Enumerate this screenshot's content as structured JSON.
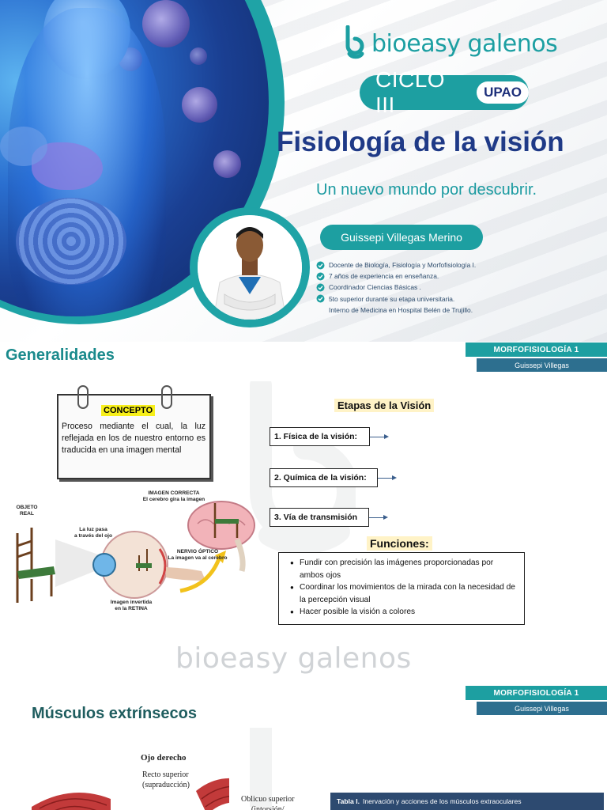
{
  "cover": {
    "brand": "bioeasy galenos",
    "ciclo": "CICLO III",
    "university": "UPAO",
    "title": "Fisiología de la visión",
    "tagline": "Un nuevo mundo por descubrir.",
    "presenter": "Guissepi Villegas Merino",
    "bio": [
      {
        "text": "Docente de Biología, Fisiología y Morfofisiología I.",
        "check": true
      },
      {
        "text": "7 años de experiencia en enseñanza.",
        "check": true
      },
      {
        "text": "Coordinador Ciencias Básicas .",
        "check": true
      },
      {
        "text": "5to superior durante su etapa universitaria.",
        "check": true
      },
      {
        "text": "Interno de Medicina en Hospital Belén de Trujillo.",
        "check": false
      }
    ],
    "colors": {
      "teal": "#1d9fa1",
      "navy": "#1f3a87"
    }
  },
  "slide2": {
    "title": "Generalidades",
    "course_tag": "MORFOFISIOLOGÍA 1",
    "teacher_tag": "Guissepi Villegas",
    "watermark": "bioeasy galenos",
    "concept": {
      "label": "CONCEPTO",
      "text": "Proceso mediante el cual, la luz reflejada en los de nuestro entorno es traducida en una imagen mental"
    },
    "diagram": {
      "objeto_real": "OBJETO\nREAL",
      "luz_pasa": "La luz pasa\na través del ojo",
      "imagen_invertida": "Imagen invertida\nen la RETINA",
      "imagen_correcta": "IMAGEN CORRECTA\nEl cerebro gira la imagen",
      "nervio_optico": "NERVIO ÓPTICO\nLa imagen va al cerebro"
    },
    "etapas_title": "Etapas de la Visión",
    "etapas": [
      "1.  Física de la visión:",
      "2. Química de la visión:",
      "3. Vía de transmisión"
    ],
    "funciones_title": "Funciones:",
    "funciones": [
      "Fundir con precisión las imágenes proporcionadas por ambos ojos",
      "Coordinar los movimientos de la mirada con la necesidad de la percepción visual",
      "Hacer posible la visión a colores"
    ]
  },
  "slide3": {
    "title": "Músculos extrínsecos",
    "course_tag": "MORFOFISIOLOGÍA 1",
    "teacher_tag": "Guissepi Villegas",
    "ojo_label": "Ojo derecho",
    "recto_superior": "Recto superior\n(supraducción)",
    "oblicuo_superior": "Oblicuo superior\n(intorsión/",
    "tabla_label": "Tabla I.",
    "tabla_caption": "Inervación y acciones de los músculos extraoculares"
  }
}
